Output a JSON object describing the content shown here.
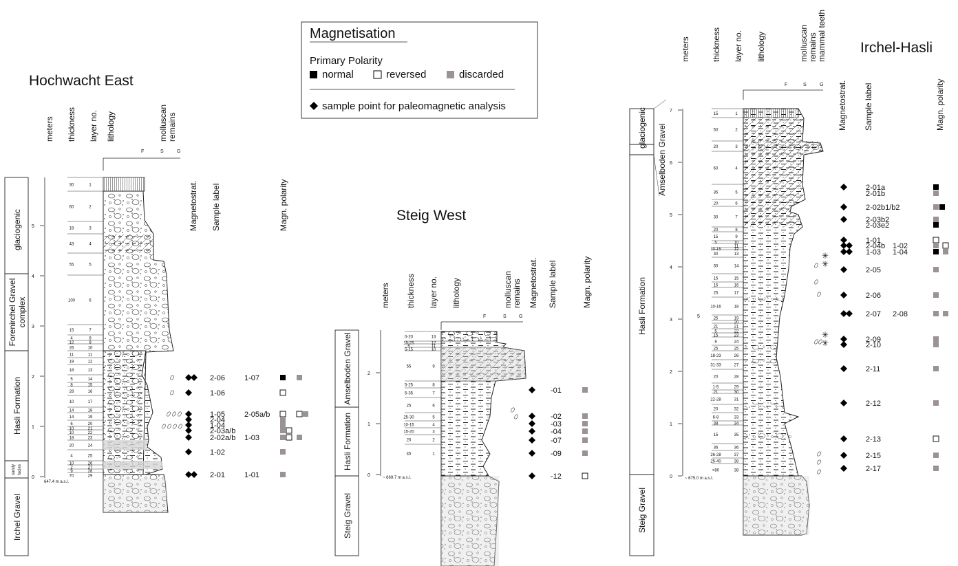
{
  "legend": {
    "title": "Magnetisation",
    "subtitle": "Primary Polarity",
    "normal": "normal",
    "reversed": "reversed",
    "discarded": "discarded",
    "sample": "sample point for paleomagnetic analysis"
  },
  "colors": {
    "normal": "#000000",
    "reversed": "#ffffff",
    "discarded": "#9b9294",
    "gravel_shade": "#d9d9d9",
    "clay_shade": "#d6d6d6"
  },
  "headers": {
    "meters": "meters",
    "thickness": "thickness",
    "layer": "layer no.",
    "lithology": "lithology",
    "molluscan": "molluscan",
    "remains": "remains",
    "mammal": "mammal teeth",
    "magnetostrat": "Magnetostrat.",
    "sample_label": "Sample label",
    "polarity": "Magn. polarity",
    "grain_f": "F",
    "grain_s": "S",
    "grain_g": "G"
  },
  "hochwacht": {
    "title": "Hochwacht East",
    "base": "647.4 m a.s.l.",
    "ticks": [
      "0",
      "1",
      "2",
      "3",
      "4",
      "5"
    ],
    "units": [
      "glaciogenic",
      "Forenirchel Gravel",
      "complex",
      "Hasli Formation",
      "sandy",
      "facies",
      "Irchel Gravel"
    ],
    "layers": [
      {
        "n": "1",
        "t": "30"
      },
      {
        "n": "2",
        "t": "60"
      },
      {
        "n": "3",
        "t": "18"
      },
      {
        "n": "4",
        "t": "43"
      },
      {
        "n": "5",
        "t": "55"
      },
      {
        "n": "6",
        "t": "100"
      },
      {
        "n": "7",
        "t": "15"
      },
      {
        "n": "8",
        "t": "4"
      },
      {
        "n": "9",
        "t": "12"
      },
      {
        "n": "10",
        "t": "26"
      },
      {
        "n": "11",
        "t": "11"
      },
      {
        "n": "12",
        "t": "19"
      },
      {
        "n": "13",
        "t": "18"
      },
      {
        "n": "14",
        "t": "5"
      },
      {
        "n": "15",
        "t": "8"
      },
      {
        "n": "16",
        "t": "28"
      },
      {
        "n": "17",
        "t": "10"
      },
      {
        "n": "18",
        "t": "14"
      },
      {
        "n": "19",
        "t": "14"
      },
      {
        "n": "20",
        "t": "6"
      },
      {
        "n": "21",
        "t": "10"
      },
      {
        "n": "22",
        "t": "10"
      },
      {
        "n": "23",
        "t": "18"
      },
      {
        "n": "24",
        "t": "20"
      },
      {
        "n": "25",
        "t": "4"
      },
      {
        "n": "26",
        "t": "10"
      },
      {
        "n": "27",
        "t": "2"
      },
      {
        "n": "28",
        "t": "9"
      },
      {
        "n": "29",
        "t": "70"
      }
    ],
    "samples": [
      {
        "a": "2-06",
        "b": "1-07",
        "pa": "normal",
        "pb": "discarded"
      },
      {
        "a": "1-06",
        "b": "",
        "pa": "reversed",
        "pb": ""
      },
      {
        "a": "1-05",
        "b": "2-05a/b",
        "pa": "reversed",
        "pb": "reversed+discarded"
      },
      {
        "a": "2-04",
        "b": "",
        "pa": "discarded",
        "pb": ""
      },
      {
        "a": "1-04",
        "b": "",
        "pa": "discarded",
        "pb": ""
      },
      {
        "a": "2-03a/b",
        "b": "",
        "pa": "discarded+reversed",
        "pb": ""
      },
      {
        "a": "2-02a/b",
        "b": "1-03",
        "pa": "discarded+reversed",
        "pb": "discarded"
      },
      {
        "a": "1-02",
        "b": "",
        "pa": "discarded",
        "pb": ""
      },
      {
        "a": "2-01",
        "b": "1-01",
        "pa": "discarded",
        "pb": ""
      }
    ]
  },
  "steig": {
    "title": "Steig West",
    "base": "~ 669.7 m a.s.l.",
    "ticks": [
      "0",
      "1",
      "2"
    ],
    "units": [
      "Amselboden Gravel",
      "Hasli Formation",
      "Steig Gravel"
    ],
    "layers": [
      {
        "n": "13",
        "t": "0-20"
      },
      {
        "n": "12",
        "t": "15-25"
      },
      {
        "n": "11",
        "t": "5"
      },
      {
        "n": "10",
        "t": "5-15"
      },
      {
        "n": "9",
        "t": "55"
      },
      {
        "n": "8",
        "t": "5-25"
      },
      {
        "n": "7",
        "t": "5-35"
      },
      {
        "n": "6",
        "t": "25"
      },
      {
        "n": "5",
        "t": "25-30"
      },
      {
        "n": "4",
        "t": "10-15"
      },
      {
        "n": "3",
        "t": "15-20"
      },
      {
        "n": "2",
        "t": "20"
      },
      {
        "n": "1",
        "t": "45"
      }
    ],
    "samples": [
      {
        "a": "-01",
        "p": "discarded"
      },
      {
        "a": "-02",
        "p": "discarded"
      },
      {
        "a": "-03",
        "p": "discarded"
      },
      {
        "a": "-04",
        "p": "discarded"
      },
      {
        "a": "-07",
        "p": "discarded"
      },
      {
        "a": "-09",
        "p": "discarded"
      },
      {
        "a": "-12",
        "p": "reversed"
      }
    ]
  },
  "irchel": {
    "title": "Irchel-Hasli",
    "base": "~ 675.0 m a.s.l.",
    "ticks": [
      "0",
      "1",
      "2",
      "3",
      "4",
      "5",
      "6",
      "7"
    ],
    "tick5_extra": "5",
    "units": [
      "glaciogenic",
      "Amselboden Gravel",
      "Hasli Formation",
      "Steig Gravel"
    ],
    "layers": [
      {
        "n": "1",
        "t": "15"
      },
      {
        "n": "2",
        "t": "50"
      },
      {
        "n": "3",
        "t": "20"
      },
      {
        "n": "4",
        "t": "60"
      },
      {
        "n": "5",
        "t": "35"
      },
      {
        "n": "6",
        "t": "20"
      },
      {
        "n": "7",
        "t": "30"
      },
      {
        "n": "8",
        "t": "20"
      },
      {
        "n": "9",
        "t": "15"
      },
      {
        "n": "10",
        "t": "5"
      },
      {
        "n": "11",
        "t": ""
      },
      {
        "n": "12",
        "t": "10-15"
      },
      {
        "n": "13",
        "t": "30"
      },
      {
        "n": "14",
        "t": "30"
      },
      {
        "n": "15",
        "t": "15"
      },
      {
        "n": "16",
        "t": "15"
      },
      {
        "n": "17",
        "t": "25"
      },
      {
        "n": "18",
        "t": "10-16"
      },
      {
        "n": "19",
        "t": "25"
      },
      {
        "n": "20",
        "t": ""
      },
      {
        "n": "21",
        "t": "21"
      },
      {
        "n": "22",
        "t": "5"
      },
      {
        "n": "23",
        "t": "15"
      },
      {
        "n": "24",
        "t": "8"
      },
      {
        "n": "25",
        "t": "25"
      },
      {
        "n": "26",
        "t": "18-23"
      },
      {
        "n": "27",
        "t": "31-33"
      },
      {
        "n": "28",
        "t": "20"
      },
      {
        "n": "29",
        "t": "1-5"
      },
      {
        "n": "30",
        "t": "21"
      },
      {
        "n": "31",
        "t": "22-28"
      },
      {
        "n": "32",
        "t": "20"
      },
      {
        "n": "33",
        "t": "6-8"
      },
      {
        "n": "34",
        "t": "38"
      },
      {
        "n": "35",
        "t": "15"
      },
      {
        "n": "36",
        "t": "36"
      },
      {
        "n": "37",
        "t": "26-28"
      },
      {
        "n": "38",
        "t": "25-40"
      },
      {
        "n": "38b",
        "t": ">80"
      }
    ],
    "samples": [
      {
        "a": "2-01a",
        "p": "normal"
      },
      {
        "a": "2-01b",
        "p": "discarded"
      },
      {
        "a": "2-02b1/b2",
        "p": "discarded+normal"
      },
      {
        "a": "2-03b2",
        "p": "discarded"
      },
      {
        "a": "2-03e2",
        "p": "normal"
      },
      {
        "a": "1-01",
        "p": "reversed"
      },
      {
        "a": "2-04b",
        "b": "1-02",
        "p": "discarded",
        "pb": "reversed"
      },
      {
        "a": "1-03",
        "b": "1-04",
        "p": "normal",
        "pb": "discarded"
      },
      {
        "a": "2-05",
        "p": "discarded"
      },
      {
        "a": "2-06",
        "p": "discarded"
      },
      {
        "a": "2-07",
        "b": "2-08",
        "p": "discarded",
        "pb": "discarded"
      },
      {
        "a": "2-09",
        "p": "discarded"
      },
      {
        "a": "2-10",
        "p": "discarded"
      },
      {
        "a": "2-11",
        "p": "discarded"
      },
      {
        "a": "2-12",
        "p": "discarded"
      },
      {
        "a": "2-13",
        "p": "reversed"
      },
      {
        "a": "2-15",
        "p": "discarded"
      },
      {
        "a": "2-17",
        "p": "discarded"
      }
    ]
  }
}
